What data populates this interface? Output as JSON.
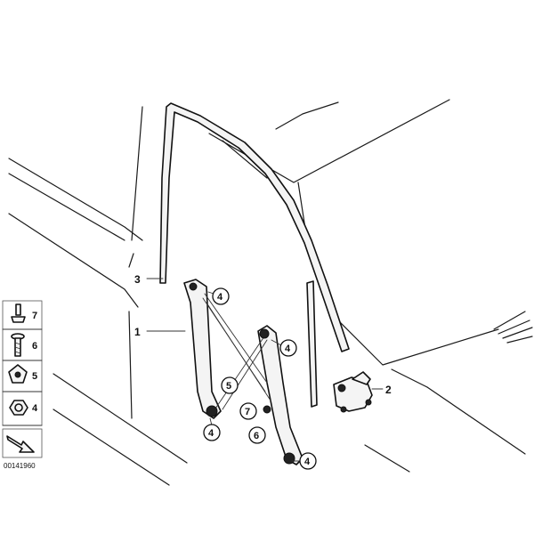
{
  "callouts": {
    "lifter_top": "4",
    "lifter_upper_right": "4",
    "lifter_bottom_left": "4",
    "lifter_bottom_right": "4",
    "cable_a": "5",
    "cable_b": "7",
    "cable_c": "6"
  },
  "labels": {
    "seal": "3",
    "window_regulator": "1",
    "motor": "2"
  },
  "legend": {
    "items": [
      {
        "number": "7",
        "icon": "stud-bolt-icon"
      },
      {
        "number": "6",
        "icon": "screw-icon"
      },
      {
        "number": "5",
        "icon": "clip-icon"
      },
      {
        "number": "4",
        "icon": "hex-nut-icon"
      }
    ]
  },
  "reference_number": "00141960"
}
